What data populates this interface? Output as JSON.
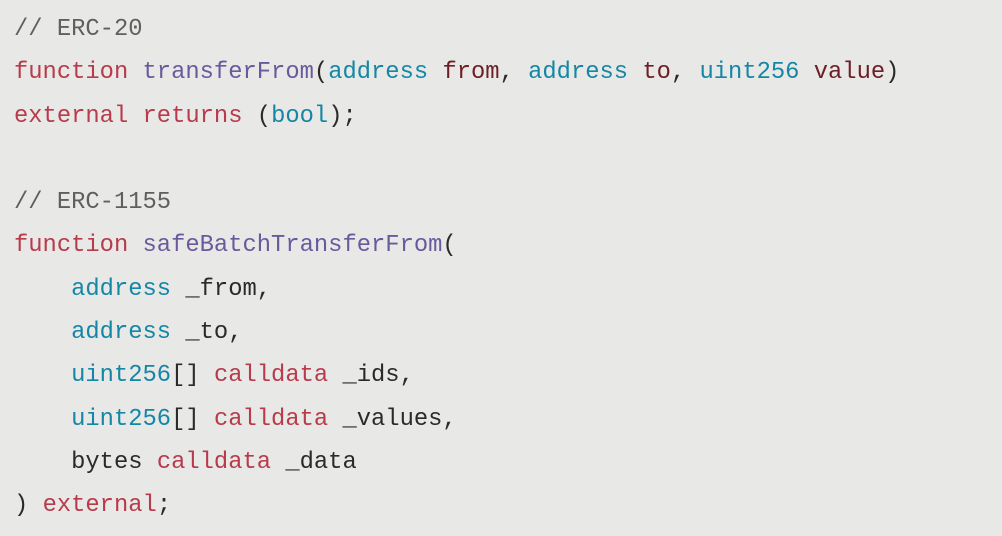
{
  "code": {
    "lines": [
      [
        [
          "comment",
          "// ERC-20"
        ]
      ],
      [
        [
          "keyword",
          "function"
        ],
        [
          "plain",
          " "
        ],
        [
          "fn",
          "transferFrom"
        ],
        [
          "plain",
          "("
        ],
        [
          "type",
          "address"
        ],
        [
          "plain",
          " "
        ],
        [
          "param",
          "from"
        ],
        [
          "plain",
          ", "
        ],
        [
          "type",
          "address"
        ],
        [
          "plain",
          " "
        ],
        [
          "param",
          "to"
        ],
        [
          "plain",
          ", "
        ],
        [
          "type",
          "uint256"
        ],
        [
          "plain",
          " "
        ],
        [
          "param",
          "value"
        ],
        [
          "plain",
          ")"
        ]
      ],
      [
        [
          "keyword",
          "external"
        ],
        [
          "plain",
          " "
        ],
        [
          "keyword",
          "returns"
        ],
        [
          "plain",
          " ("
        ],
        [
          "type",
          "bool"
        ],
        [
          "plain",
          ");"
        ]
      ],
      [],
      [
        [
          "comment",
          "// ERC-1155"
        ]
      ],
      [
        [
          "keyword",
          "function"
        ],
        [
          "plain",
          " "
        ],
        [
          "fn",
          "safeBatchTransferFrom"
        ],
        [
          "plain",
          "("
        ]
      ],
      [
        [
          "plain",
          "    "
        ],
        [
          "type",
          "address"
        ],
        [
          "plain",
          " _from,"
        ]
      ],
      [
        [
          "plain",
          "    "
        ],
        [
          "type",
          "address"
        ],
        [
          "plain",
          " _to,"
        ]
      ],
      [
        [
          "plain",
          "    "
        ],
        [
          "type",
          "uint256"
        ],
        [
          "plain",
          "[] "
        ],
        [
          "keyword",
          "calldata"
        ],
        [
          "plain",
          " _ids,"
        ]
      ],
      [
        [
          "plain",
          "    "
        ],
        [
          "type",
          "uint256"
        ],
        [
          "plain",
          "[] "
        ],
        [
          "keyword",
          "calldata"
        ],
        [
          "plain",
          " _values,"
        ]
      ],
      [
        [
          "plain",
          "    bytes "
        ],
        [
          "keyword",
          "calldata"
        ],
        [
          "plain",
          " _data"
        ]
      ],
      [
        [
          "plain",
          ") "
        ],
        [
          "keyword",
          "external"
        ],
        [
          "plain",
          ";"
        ]
      ]
    ]
  }
}
